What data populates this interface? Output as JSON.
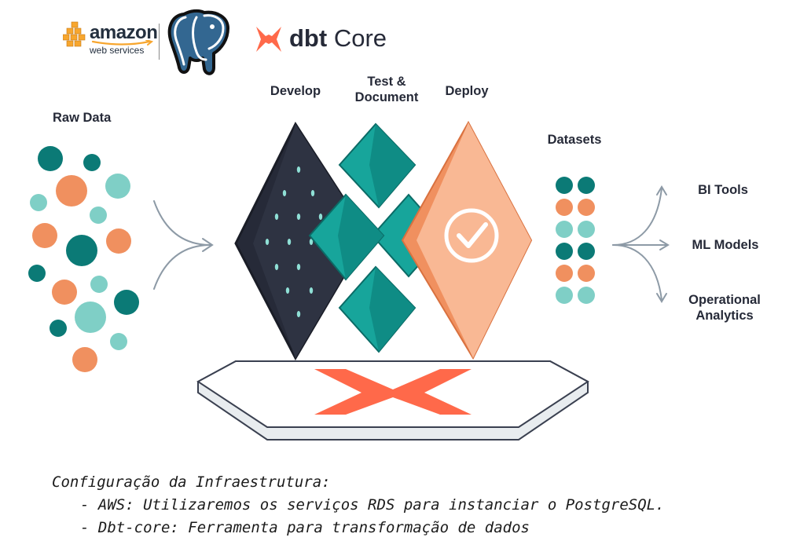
{
  "logos": {
    "aws_word": "amazon",
    "aws_sub": "web services",
    "dbt_brand": "dbt",
    "dbt_product": "Core"
  },
  "labels": {
    "raw_data": "Raw Data",
    "develop": "Develop",
    "test_line1": "Test &",
    "test_line2": "Document",
    "deploy": "Deploy",
    "datasets": "Datasets",
    "bi_tools": "BI Tools",
    "ml_models": "ML Models",
    "operational_line1": "Operational",
    "operational_line2": "Analytics"
  },
  "notes": {
    "title": "Configuração da Infraestrutura:",
    "items": [
      "AWS: Utilizaremos os serviços RDS para instanciar o PostgreSQL.",
      "Dbt-core: Ferramenta para transformação de dados"
    ]
  },
  "colors": {
    "teal_dark": "#0b7a76",
    "teal_mid": "#17a59b",
    "teal_light": "#7fcfc6",
    "orange": "#f0905f",
    "peach": "#f9b894",
    "navy": "#262a38",
    "dbt_orange": "#ff694a"
  },
  "icons": [
    "aws-logo-icon",
    "postgresql-elephant-icon",
    "dbt-logo-icon",
    "checkmark-icon",
    "arrow-icon"
  ]
}
